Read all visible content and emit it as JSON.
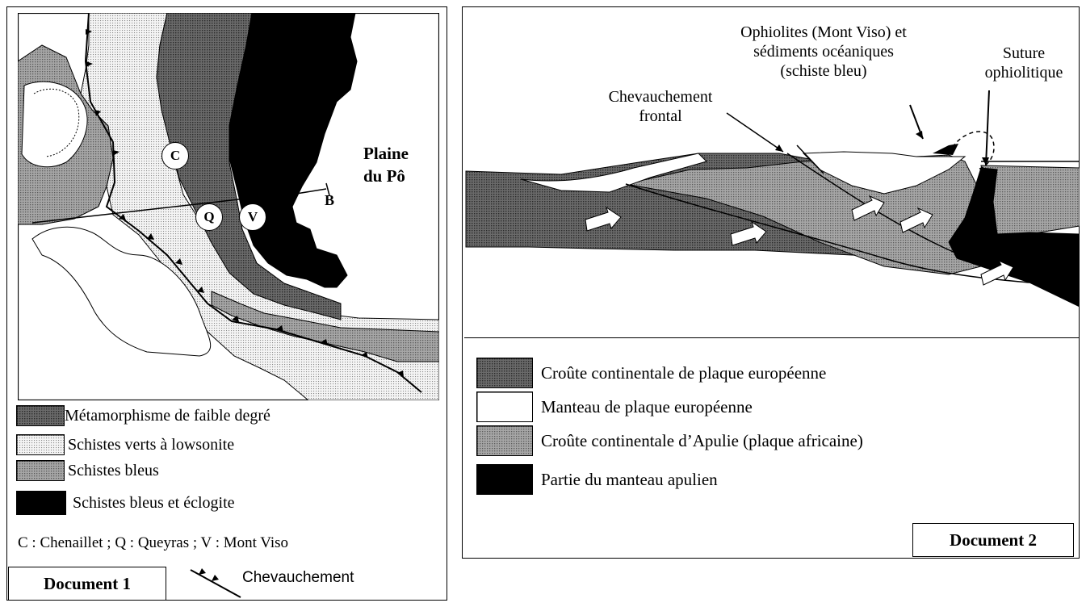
{
  "doc1": {
    "label": "Document 1",
    "place_label_line1": "Plaine",
    "place_label_line2": "du Pô",
    "section_end_label": "B",
    "sites": [
      {
        "id": "C"
      },
      {
        "id": "Q"
      },
      {
        "id": "V"
      }
    ],
    "legend": [
      {
        "text": "Métamorphisme de faible degré",
        "pattern": "dense-dots"
      },
      {
        "text": "Schistes verts à lowsonite",
        "pattern": "light-dots"
      },
      {
        "text": "Schistes bleus",
        "pattern": "medium-dots"
      },
      {
        "text": "Schistes bleus et éclogite",
        "pattern": "black"
      }
    ],
    "sites_caption": "C : Chenaillet ; Q : Queyras ; V : Mont Viso",
    "thrust_legend": "Chevauchement"
  },
  "doc2": {
    "label": "Document 2",
    "annotation_ophiolites_line1": "Ophiolites (Mont Viso) et",
    "annotation_ophiolites_line2": "sédiments océaniques",
    "annotation_ophiolites_line3": "(schiste bleu)",
    "annotation_suture_line1": "Suture",
    "annotation_suture_line2": "ophiolitique",
    "annotation_thrust_line1": "Chevauchement",
    "annotation_thrust_line2": "frontal",
    "legend": [
      {
        "text": "Croûte continentale de plaque européenne",
        "pattern": "dense-dots"
      },
      {
        "text": "Manteau de plaque européenne",
        "pattern": "white"
      },
      {
        "text": "Croûte continentale d’Apulie (plaque africaine)",
        "pattern": "medium-dots"
      },
      {
        "text": "Partie du manteau apulien",
        "pattern": "black"
      }
    ]
  },
  "colors": {
    "dense": "#5a5a5a",
    "medium": "#8c8c8c",
    "light": "#d8d8d8",
    "black": "#000000"
  }
}
